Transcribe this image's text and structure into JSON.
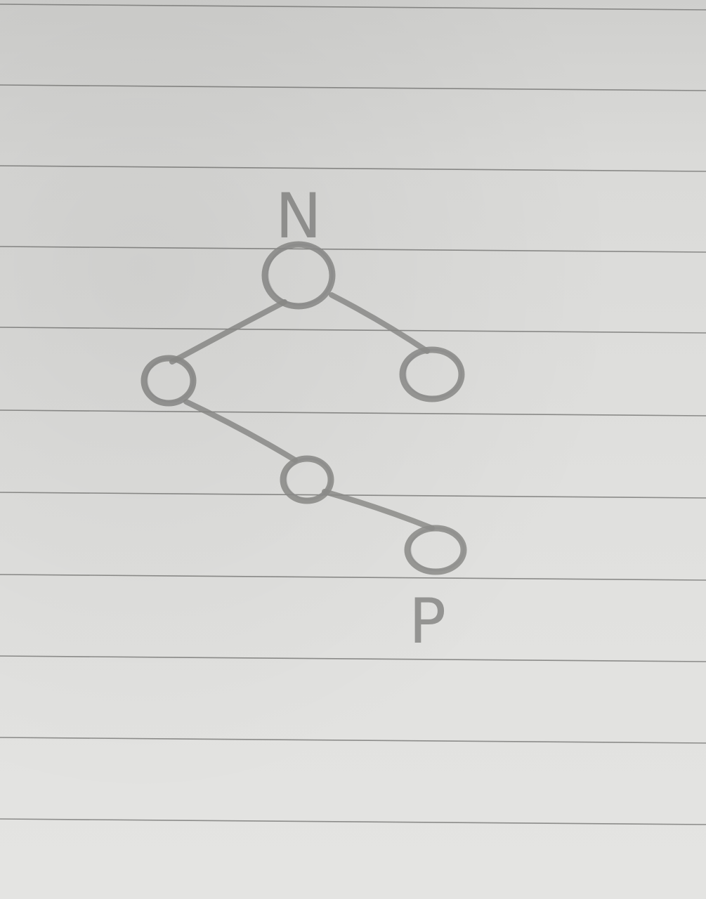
{
  "diagram": {
    "kind": "binary-tree",
    "nodes": [
      {
        "id": "root",
        "label": "N"
      },
      {
        "id": "left",
        "label": ""
      },
      {
        "id": "right",
        "label": ""
      },
      {
        "id": "left-right",
        "label": ""
      },
      {
        "id": "left-right-right",
        "label": "P"
      }
    ],
    "edges": [
      [
        "root",
        "left"
      ],
      [
        "root",
        "right"
      ],
      [
        "left",
        "left-right"
      ],
      [
        "left-right",
        "left-right-right"
      ]
    ]
  },
  "colors": {
    "paper": "#e0e0de",
    "rule_line": "#6f6f6d",
    "pencil": "#8d8d8b"
  }
}
